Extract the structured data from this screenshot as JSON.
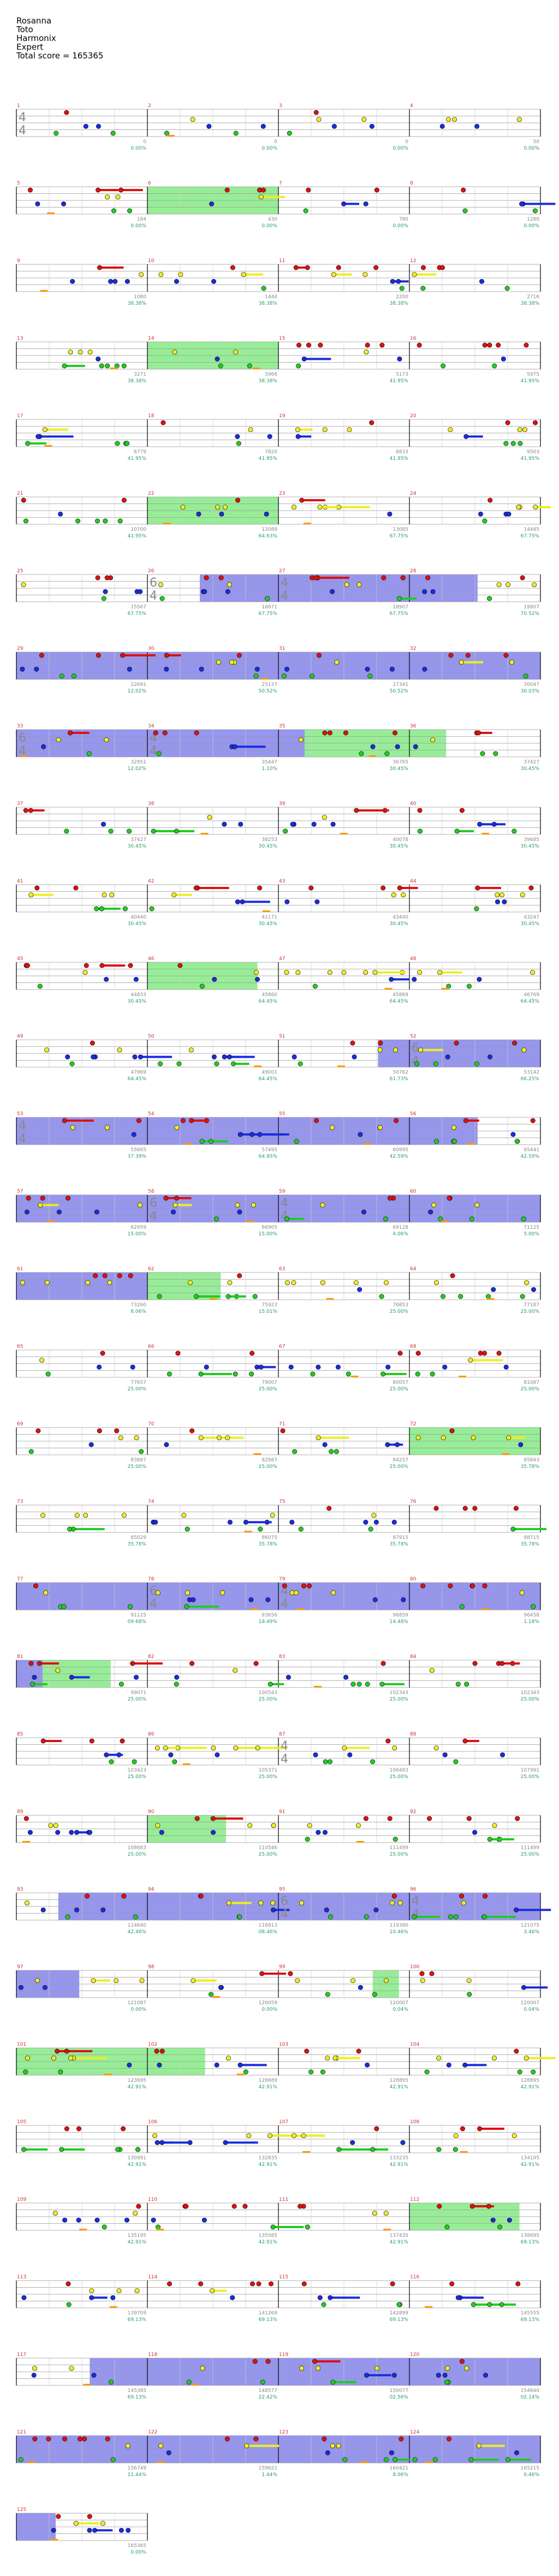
{
  "song": {
    "title": "Rosanna",
    "artist": "Toto",
    "game": "Harmonix",
    "difficulty": "Expert",
    "total_score_label": "Total score = 165365"
  },
  "time_signatures": [
    {
      "measure": 1,
      "top": "4",
      "bottom": "4"
    },
    {
      "measure": 26,
      "top": "6",
      "bottom": "4"
    },
    {
      "measure": 27,
      "top": "4",
      "bottom": "4"
    },
    {
      "measure": 33,
      "top": "6",
      "bottom": "4"
    },
    {
      "measure": 34,
      "top": "4",
      "bottom": "4"
    },
    {
      "measure": 52,
      "top": "6",
      "bottom": "4"
    },
    {
      "measure": 53,
      "top": "4",
      "bottom": "4"
    },
    {
      "measure": 58,
      "top": "6",
      "bottom": "4"
    },
    {
      "measure": 59,
      "top": "4",
      "bottom": "4"
    },
    {
      "measure": 78,
      "top": "6",
      "bottom": "4"
    },
    {
      "measure": 79,
      "top": "4",
      "bottom": "4"
    },
    {
      "measure": 87,
      "top": "4",
      "bottom": "4"
    },
    {
      "measure": 95,
      "top": "6",
      "bottom": "4"
    },
    {
      "measure": 96,
      "top": "4",
      "bottom": "4"
    }
  ],
  "rows": [
    {
      "measures": [
        1,
        2,
        3,
        4
      ],
      "scores": [
        "0",
        "0",
        "0",
        "50"
      ],
      "pcts": [
        "0.00%",
        "0.00%",
        "0.00%",
        "0.00%"
      ],
      "sp": [],
      "band": []
    },
    {
      "measures": [
        5,
        6,
        7,
        8
      ],
      "scores": [
        "184",
        "430",
        "780",
        "1280"
      ],
      "pcts": [
        "0.00%",
        "0.00%",
        "0.00%",
        "0.00%"
      ],
      "sp": [
        [
          0.25,
          0.5
        ]
      ],
      "band": []
    },
    {
      "measures": [
        9,
        10,
        11,
        12
      ],
      "scores": [
        "1080",
        "1444",
        "2200",
        "2716"
      ],
      "pcts": [
        "38.38%",
        "38.38%",
        "38.38%",
        "38.38%"
      ],
      "sp": [],
      "band": []
    },
    {
      "measures": [
        13,
        14,
        15,
        16
      ],
      "scores": [
        "3271",
        "3966",
        "5173",
        "5975"
      ],
      "pcts": [
        "38.38%",
        "38.38%",
        "41.95%",
        "41.95%"
      ],
      "sp": [
        [
          0.25,
          0.5
        ]
      ],
      "band": []
    },
    {
      "measures": [
        17,
        18,
        19,
        20
      ],
      "scores": [
        "6779",
        "7820",
        "8833",
        "9503"
      ],
      "pcts": [
        "41.95%",
        "41.95%",
        "41.95%",
        "41.95%"
      ],
      "sp": [],
      "band": []
    },
    {
      "measures": [
        21,
        22,
        23,
        24
      ],
      "scores": [
        "10700",
        "12089",
        "13085",
        "14485"
      ],
      "pcts": [
        "41.95%",
        "64.63%",
        "67.75%",
        "67.75%"
      ],
      "sp": [
        [
          0.25,
          0.5
        ]
      ],
      "band": []
    },
    {
      "measures": [
        25,
        26,
        27,
        28
      ],
      "scores": [
        "15567",
        "16871",
        "18907",
        "19907"
      ],
      "pcts": [
        "67.75%",
        "67.75%",
        "67.75%",
        "70.52%"
      ],
      "sp": [],
      "band": [
        [
          0.35,
          0.88
        ]
      ]
    },
    {
      "measures": [
        29,
        30,
        31,
        32
      ],
      "scores": [
        "22691",
        "25137",
        "27341",
        "30047"
      ],
      "pcts": [
        "12.02%",
        "50.52%",
        "50.52%",
        "30.03%"
      ],
      "sp": [],
      "band": [
        [
          0.0,
          1.0
        ]
      ]
    },
    {
      "measures": [
        33,
        34,
        35,
        36
      ],
      "scores": [
        "32951",
        "35447",
        "36765",
        "37427"
      ],
      "pcts": [
        "12.02%",
        "1.10%",
        "30.45%",
        "30.45%"
      ],
      "sp": [
        [
          0.55,
          0.82
        ]
      ],
      "band": [
        [
          0.0,
          0.55
        ]
      ]
    },
    {
      "measures": [
        37,
        38,
        39,
        40
      ],
      "scores": [
        "37427",
        "38253",
        "40078",
        "39685"
      ],
      "pcts": [
        "30.45%",
        "30.45%",
        "30.45%",
        "30.45%"
      ],
      "sp": [],
      "band": []
    },
    {
      "measures": [
        41,
        42,
        43,
        44
      ],
      "scores": [
        "40440",
        "41171",
        "43440",
        "43247"
      ],
      "pcts": [
        "30.45%",
        "30.45%",
        "30.45%",
        "30.45%"
      ],
      "sp": [],
      "band": []
    },
    {
      "measures": [
        45,
        46,
        47,
        48
      ],
      "scores": [
        "44833",
        "45860",
        "45869",
        "46769"
      ],
      "pcts": [
        "30.45%",
        "64.45%",
        "64.45%",
        "64.45%"
      ],
      "sp": [
        [
          0.25,
          0.46
        ]
      ],
      "band": []
    },
    {
      "measures": [
        49,
        50,
        51,
        52
      ],
      "scores": [
        "47969",
        "49001",
        "50762",
        "53142"
      ],
      "pcts": [
        "64.45%",
        "64.45%",
        "61.73%",
        "66.25%"
      ],
      "sp": [],
      "band": [
        [
          0.69,
          1.0
        ]
      ]
    },
    {
      "measures": [
        53,
        54,
        55,
        56
      ],
      "scores": [
        "55665",
        "57495",
        "60995",
        "65441"
      ],
      "pcts": [
        "37.39%",
        "64.95%",
        "42.59%",
        "42.59%"
      ],
      "sp": [],
      "band": [
        [
          0.0,
          0.88
        ]
      ]
    },
    {
      "measures": [
        57,
        58,
        59,
        60
      ],
      "scores": [
        "62959",
        "66905",
        "69128",
        "71125"
      ],
      "pcts": [
        "15.00%",
        "15.00%",
        "4.06%",
        "5.00%"
      ],
      "sp": [],
      "band": [
        [
          0.0,
          1.0
        ]
      ]
    },
    {
      "measures": [
        61,
        62,
        63,
        64
      ],
      "scores": [
        "73260",
        "75923",
        "76853",
        "77187"
      ],
      "pcts": [
        "6.06%",
        "15.01%",
        "25.00%",
        "25.00%"
      ],
      "sp": [
        [
          0.25,
          0.39
        ]
      ],
      "band": [
        [
          0.0,
          0.25
        ]
      ]
    },
    {
      "measures": [
        65,
        66,
        67,
        68
      ],
      "scores": [
        "77657",
        "79007",
        "80057",
        "81087"
      ],
      "pcts": [
        "25.00%",
        "25.00%",
        "25.00%",
        "25.00%"
      ],
      "sp": [],
      "band": []
    },
    {
      "measures": [
        69,
        70,
        71,
        72
      ],
      "scores": [
        "83887",
        "82987",
        "84257",
        "85843"
      ],
      "pcts": [
        "25.00%",
        "25.00%",
        "25.00%",
        "35.78%"
      ],
      "sp": [
        [
          0.75,
          1.0
        ]
      ],
      "band": []
    },
    {
      "measures": [
        73,
        74,
        75,
        76
      ],
      "scores": [
        "85029",
        "86075",
        "87915",
        "88715"
      ],
      "pcts": [
        "35.78%",
        "35.78%",
        "35.78%",
        "35.78%"
      ],
      "sp": [],
      "band": []
    },
    {
      "measures": [
        77,
        78,
        79,
        80
      ],
      "scores": [
        "91125",
        "93656",
        "96859",
        "96458"
      ],
      "pcts": [
        "09.68%",
        "18.49%",
        "14.48%",
        "1.18%"
      ],
      "sp": [],
      "band": [
        [
          0.0,
          1.0
        ]
      ]
    },
    {
      "measures": [
        81,
        82,
        83,
        84
      ],
      "scores": [
        "99071",
        "100543",
        "102343",
        "102343"
      ],
      "pcts": [
        "25.00%",
        "25.00%",
        "25.00%",
        "25.00%"
      ],
      "sp": [
        [
          0.05,
          0.18
        ]
      ],
      "band": [
        [
          0.0,
          0.05
        ]
      ]
    },
    {
      "measures": [
        85,
        86,
        87,
        88
      ],
      "scores": [
        "103423",
        "105371",
        "106483",
        "107991"
      ],
      "pcts": [
        "25.00%",
        "25.00%",
        "25.00%",
        "25.00%"
      ],
      "sp": [],
      "band": []
    },
    {
      "measures": [
        89,
        90,
        91,
        92
      ],
      "scores": [
        "108683",
        "110546",
        "111499",
        "111499"
      ],
      "pcts": [
        "25.00%",
        "25.00%",
        "25.00%",
        "25.00%"
      ],
      "sp": [
        [
          0.25,
          0.4
        ]
      ],
      "band": []
    },
    {
      "measures": [
        93,
        94,
        95,
        96
      ],
      "scores": [
        "114640",
        "116813",
        "119380",
        "121075"
      ],
      "pcts": [
        "42.46%",
        "08.46%",
        "10.46%",
        "3.46%"
      ],
      "sp": [],
      "band": [
        [
          0.08,
          1.0
        ]
      ]
    },
    {
      "measures": [
        97,
        98,
        99,
        100
      ],
      "scores": [
        "121087",
        "120059",
        "120007",
        "120007"
      ],
      "pcts": [
        "0.00%",
        "0.00%",
        "0.04%",
        "0.04%"
      ],
      "sp": [
        [
          0.68,
          0.73
        ]
      ],
      "band": [
        [
          0.0,
          0.12
        ]
      ]
    },
    {
      "measures": [
        101,
        102,
        103,
        104
      ],
      "scores": [
        "123695",
        "128689",
        "128895",
        "128895"
      ],
      "pcts": [
        "42.91%",
        "42.91%",
        "42.91%",
        "42.91%"
      ],
      "sp": [
        [
          0.0,
          0.36
        ]
      ],
      "band": []
    },
    {
      "measures": [
        105,
        106,
        107,
        108
      ],
      "scores": [
        "130991",
        "132835",
        "133235",
        "134195"
      ],
      "pcts": [
        "42.91%",
        "42.91%",
        "42.91%",
        "42.91%"
      ],
      "sp": [],
      "band": []
    },
    {
      "measures": [
        109,
        110,
        111,
        112
      ],
      "scores": [
        "135195",
        "135585",
        "137435",
        "138695"
      ],
      "pcts": [
        "42.91%",
        "42.91%",
        "42.91%",
        "69.13%"
      ],
      "sp": [
        [
          0.75,
          0.96
        ]
      ],
      "band": []
    },
    {
      "measures": [
        113,
        114,
        115,
        116
      ],
      "scores": [
        "139709",
        "141269",
        "142899",
        "145555"
      ],
      "pcts": [
        "69.13%",
        "69.13%",
        "69.13%",
        "69.13%"
      ],
      "sp": [],
      "band": []
    },
    {
      "measures": [
        117,
        118,
        119,
        120
      ],
      "scores": [
        "145385",
        "148577",
        "150077",
        "154640"
      ],
      "pcts": [
        "69.13%",
        "22.42%",
        "02.56%",
        "02.14%"
      ],
      "sp": [],
      "band": [
        [
          0.14,
          1.0
        ]
      ]
    },
    {
      "measures": [
        121,
        122,
        123,
        124
      ],
      "scores": [
        "156749",
        "159621",
        "160421",
        "165215"
      ],
      "pcts": [
        "11.44%",
        "1.44%",
        "8.06%",
        "0.46%"
      ],
      "sp": [],
      "band": [
        [
          0.0,
          1.0
        ]
      ]
    },
    {
      "measures": [
        125
      ],
      "scores": [
        "165365"
      ],
      "pcts": [
        "0.00%"
      ],
      "sp": [],
      "band": [
        [
          0.0,
          0.3
        ]
      ],
      "partial": true
    }
  ],
  "colors": {
    "green": "#22cc22",
    "red": "#dd1111",
    "yellow": "#eeee22",
    "blue": "#1a2cdd",
    "orange": "#ff9900",
    "sp_fill": "#7de87d",
    "band_fill": "#6a6ae8",
    "tempo_text": "#cc3333",
    "score_text": "#888888",
    "pct_text": "#2a9a6a"
  }
}
